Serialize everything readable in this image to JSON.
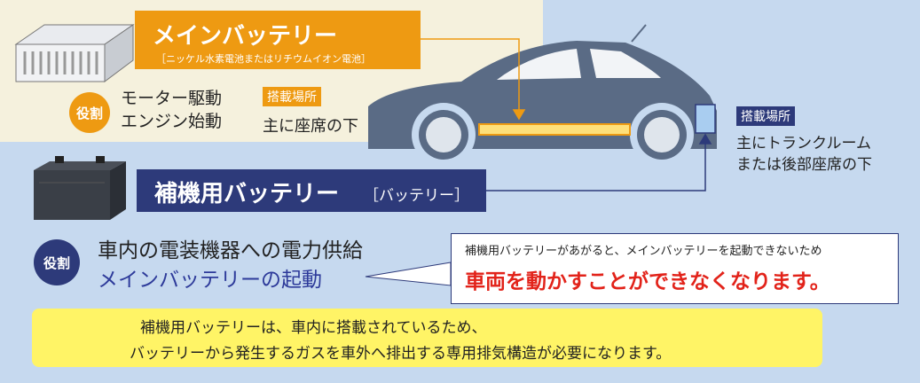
{
  "main_battery": {
    "title": "メインバッテリー",
    "subtitle": "［ニッケル水素電池またはリチウムイオン電池］",
    "role_badge": "役割",
    "role_line1": "モーター駆動",
    "role_line2": "エンジン始動",
    "location_tag": "搭載場所",
    "location": "主に座席の下"
  },
  "aux_battery": {
    "title": "補機用バッテリー",
    "bracket": "［バッテリー］",
    "location_tag": "搭載場所",
    "location_line1": "主にトランクルーム",
    "location_line2": "または後部座席の下",
    "role_badge": "役割",
    "role_line1": "車内の電装機器への電力供給",
    "role_line2": "メインバッテリーの起動"
  },
  "callout": {
    "line1": "補機用バッテリーがあがると、メインバッテリーを起動できないため",
    "line2": "車両を動かすことができなくなります。"
  },
  "warning": {
    "line1": "補機用バッテリーは、車内に搭載されているため、",
    "line2": "バッテリーから発生するガスを車外へ排出する専用排気構造が必要になります。"
  },
  "colors": {
    "orange": "#ee9a12",
    "navy": "#2d3a7a",
    "car": "#5a6b85",
    "red_text": "#e2231a",
    "warning_bg": "#fff466"
  },
  "icons": [
    "battery-cells-icon",
    "car-battery-icon",
    "car-icon",
    "warning-icon"
  ]
}
